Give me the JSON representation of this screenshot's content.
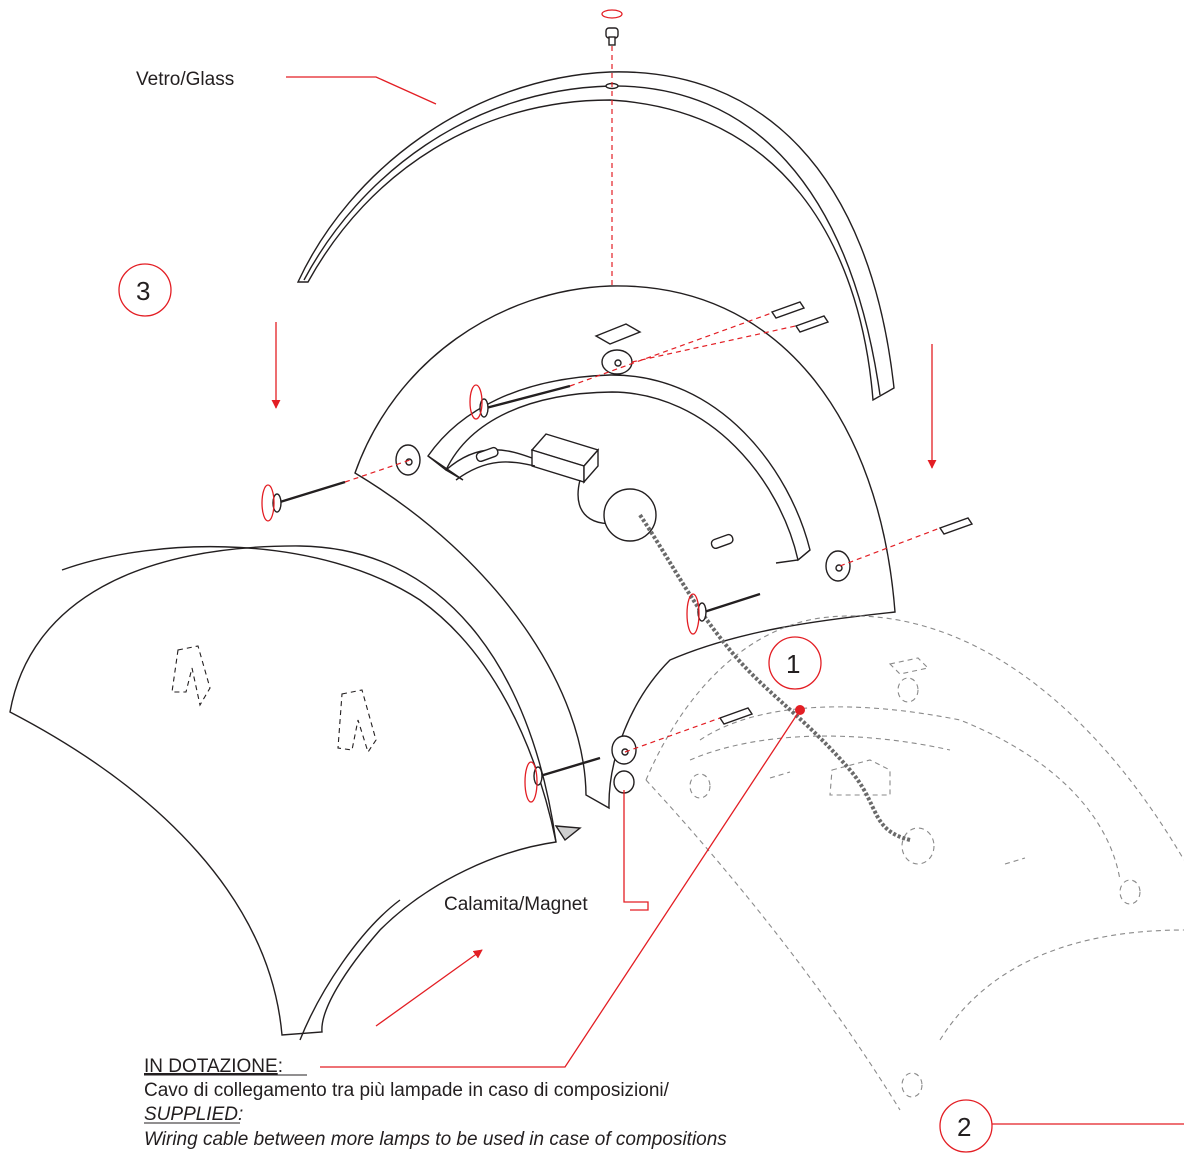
{
  "labels": {
    "glass": "Vetro/Glass",
    "magnet": "Calamita/Magnet"
  },
  "steps": {
    "one": "1",
    "two": "2",
    "three": "3"
  },
  "note": {
    "heading_it": "IN DOTAZIONE",
    "heading_colon": ":",
    "line_it": "Cavo di collegamento tra più lampade in caso di composizioni/",
    "heading_en": "SUPPLIED:",
    "line_en": "Wiring cable between more lamps to be used in case of compositions"
  },
  "colors": {
    "ink": "#231f20",
    "accent": "#e31e24",
    "ghost": "#8a8a8a"
  }
}
